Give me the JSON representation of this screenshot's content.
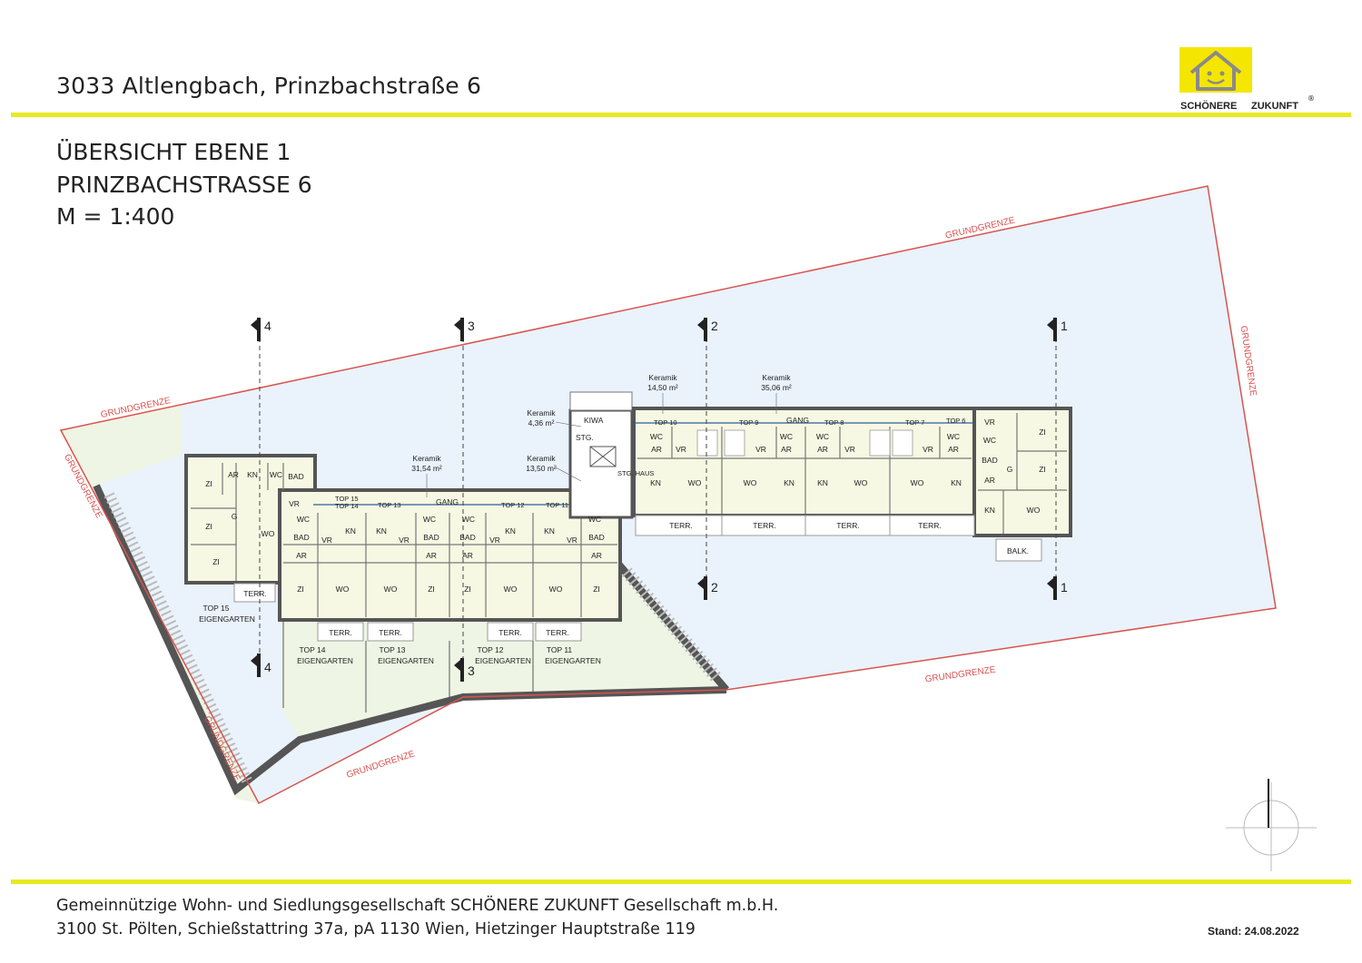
{
  "header": {
    "address": "3033 Altlengbach, Prinzbachstraße 6"
  },
  "title": {
    "line1": "ÜBERSICHT EBENE 1",
    "line2": "PRINZBACHSTRASSE 6",
    "line3": "M = 1:400"
  },
  "logo": {
    "text_a": "SCHÖNERE",
    "text_b": "ZUKUNFT",
    "reg": "®",
    "colors": {
      "yellow": "#f4e600",
      "gray": "#8a8a8a"
    }
  },
  "footer": {
    "line1": "Gemeinnützige Wohn- und Siedlungsgesellschaft SCHÖNERE ZUKUNFT Gesellschaft m.b.H.",
    "line2": "3100 St. Pölten, Schießstattring 37a, pA 1130 Wien, Hietzinger Hauptstraße 119",
    "stand": "Stand: 24.08.2022"
  },
  "colors": {
    "accent_yellow": "#e6ea23",
    "boundary_red": "#d9534f",
    "site_blue": "#eaf2fb",
    "garden_green": "#eef5e4",
    "room_fill": "#f6f8e3",
    "wall": "#555555"
  },
  "plan": {
    "boundary_label": "GRUNDGRENZE",
    "sections": [
      "1",
      "2",
      "3",
      "4"
    ],
    "keramik": [
      {
        "title": "Keramik",
        "area": "14,50 m²"
      },
      {
        "title": "Keramik",
        "area": "35,06 m²"
      },
      {
        "title": "Keramik",
        "area": "4,36 m²"
      },
      {
        "title": "Keramik",
        "area": "31,54 m²"
      },
      {
        "title": "Keramik",
        "area": "13,50 m²"
      }
    ],
    "core": {
      "kiwa": "KIWA",
      "stg": "STG.",
      "stg_haus": "STG. HAUS"
    },
    "gang": "GANG",
    "tops": {
      "t6": "TOP 6",
      "t7": "TOP 7",
      "t8": "TOP 8",
      "t9": "TOP 9",
      "t10": "TOP 10",
      "t11": "TOP 11",
      "t12": "TOP 12",
      "t13": "TOP 13",
      "t14": "TOP 14",
      "t15": "TOP 15"
    },
    "rooms": {
      "wc": "WC",
      "ar": "AR",
      "vr": "VR",
      "kn": "KN",
      "wo": "WO",
      "zi": "ZI",
      "bad": "BAD",
      "g": "G",
      "terr": "TERR.",
      "balk": "BALK."
    },
    "gardens": [
      {
        "top": "TOP 15",
        "label": "EIGENGARTEN"
      },
      {
        "top": "TOP 14",
        "label": "EIGENGARTEN"
      },
      {
        "top": "TOP 13",
        "label": "EIGENGARTEN"
      },
      {
        "top": "TOP 12",
        "label": "EIGENGARTEN"
      },
      {
        "top": "TOP 11",
        "label": "EIGENGARTEN"
      }
    ]
  }
}
